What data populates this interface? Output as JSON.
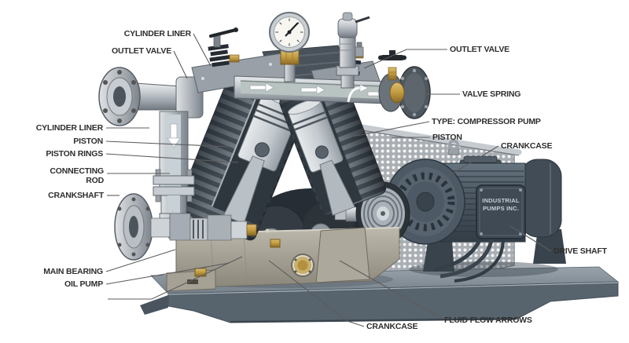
{
  "labels": {
    "cylinder_liner_top": "CYLINDER LINER",
    "outlet_valve_top": "OUTLET VALVE",
    "cylinder_liner_left": "CYLINDER LINER",
    "piston_left": "PISTON",
    "piston_rings": "PISTON RINGS",
    "connecting_rod": "CONNECTING ROD",
    "crankshaft": "CRANKSHAFT",
    "main_bearing": "MAIN BEARING",
    "oil_pump": "OIL PUMP",
    "outlet_valve_right": "OUTLET VALVE",
    "valve_spring": "VALVE SPRING",
    "type_compressor_pump": "TYPE: COMPRESSOR PUMP",
    "piston_right": "PISTON",
    "crankcase_right": "CRANKCASE",
    "drive_shaft": "DRIVE SHAFT",
    "crankcase_bottom": "CRANKCASE",
    "fluid_flow_arrows": "FLUID FLOW ARROWS"
  },
  "nameplate": {
    "line1": "INDUSTRIAL",
    "line2": "PUMPS INC."
  },
  "colors": {
    "background": "#ffffff",
    "label_text": "#2e2e2e",
    "leader_line": "#5c5c5c",
    "brass": "#c9a24a",
    "motor_body": "#4d5a65",
    "base_plate": "#57636d",
    "crankcase_casting": "#aba797",
    "flow_arrow": "#ffffff"
  }
}
